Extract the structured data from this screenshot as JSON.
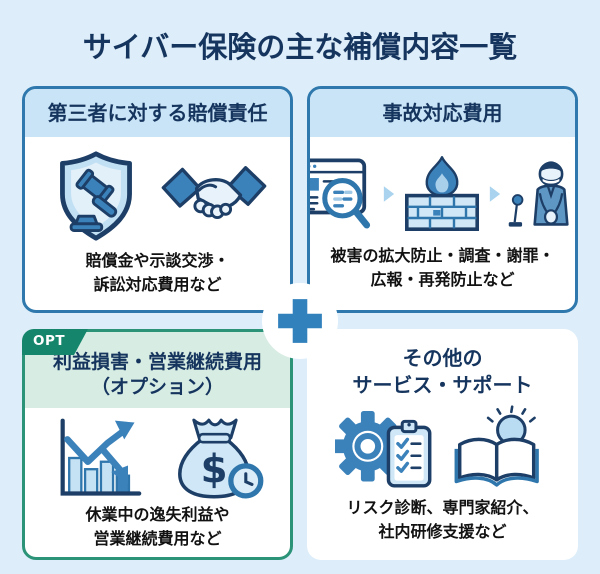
{
  "title": "サイバー保険の主な補償内容一覧",
  "cards": {
    "liability": {
      "title": "第三者に対する賠償責任",
      "caption": "賠償金や示談交渉・\n訴訟対応費用など",
      "icons": [
        "shield-gavel-icon",
        "handshake-icon"
      ]
    },
    "incident": {
      "title": "事故対応費用",
      "caption": "被害の拡大防止・調査・謝罪・\n広報・再発防止など",
      "icons": [
        "browser-search-icon",
        "arrow-right-icon",
        "firewall-icon",
        "arrow-right-icon",
        "bowing-person-icon"
      ]
    },
    "profit": {
      "tag": "OPT",
      "title": "利益損害・営業継続費用\n（オプション）",
      "caption": "休業中の逸失利益や\n営業継続費用など",
      "icons": [
        "chart-decline-icon",
        "money-bag-clock-icon"
      ]
    },
    "other": {
      "title": "その他の\nサービス・サポート",
      "caption": "リスク診断、専門家紹介、\n社内研修支援など",
      "icons": [
        "gear-checklist-icon",
        "book-lightbulb-icon"
      ]
    }
  },
  "center": {
    "icon": "plus-icon"
  },
  "colors": {
    "background": "#ddeefa",
    "navy_text": "#16355e",
    "blue_border": "#2e78ad",
    "blue_header": "#c9e4f6",
    "green_border": "#2b9478",
    "green_header": "#d7ece3",
    "opt_tag": "#15866b",
    "plus": "#3181bd",
    "icon_navy": "#1d3e66",
    "icon_blue": "#3b82bb",
    "icon_light_blue": "#cfe7f6",
    "caption_text": "#121212"
  }
}
